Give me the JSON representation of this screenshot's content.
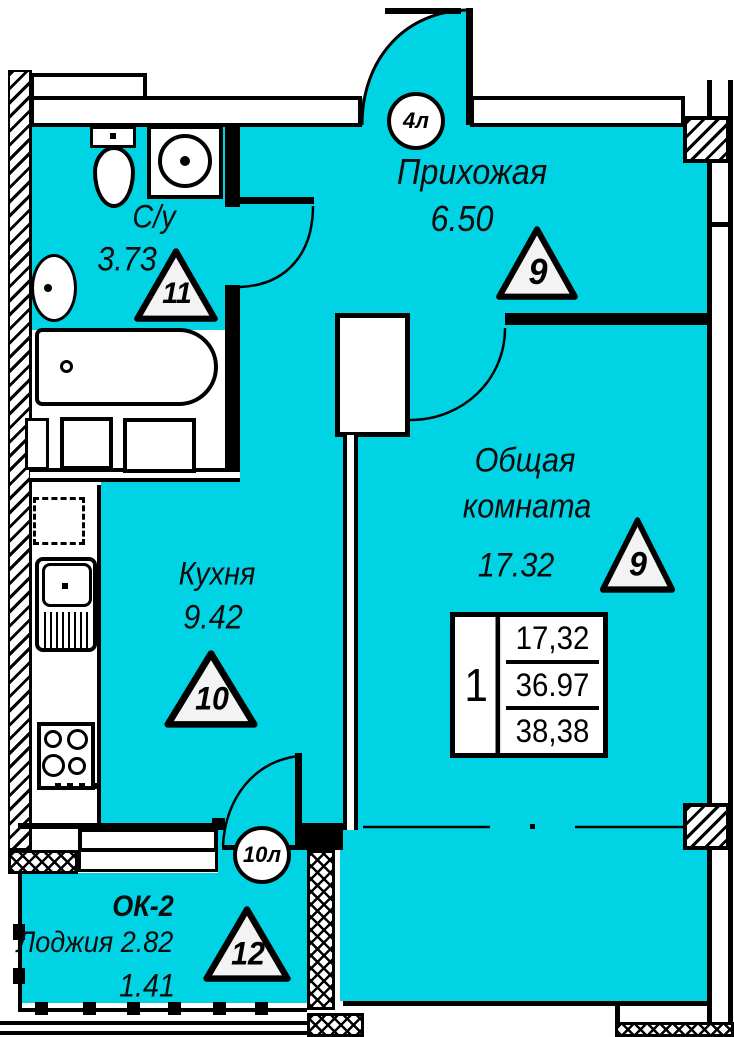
{
  "plan": {
    "rooms": [
      {
        "name": "Прихожая",
        "area": "6.50",
        "marker": "9"
      },
      {
        "name": "С/у",
        "area": "3.73",
        "marker": "11"
      },
      {
        "name": "Кухня",
        "area": "9.42",
        "marker": "10"
      },
      {
        "name": "Общая",
        "name2": "комната",
        "area": "17.32",
        "marker": "9"
      },
      {
        "window_code": "ОК-2",
        "name": "Лоджия",
        "area": "2.82",
        "half_area": "1.41",
        "marker": "12"
      }
    ],
    "door_tags": [
      {
        "label": "4л"
      },
      {
        "label": "10л"
      }
    ],
    "stamp": {
      "rooms_count": "1",
      "living_area": "17,32",
      "apartment_area": "36.97",
      "total_area": "38,38"
    },
    "colors": {
      "room_fill": "#00d4e4",
      "wall": "#000000"
    }
  }
}
